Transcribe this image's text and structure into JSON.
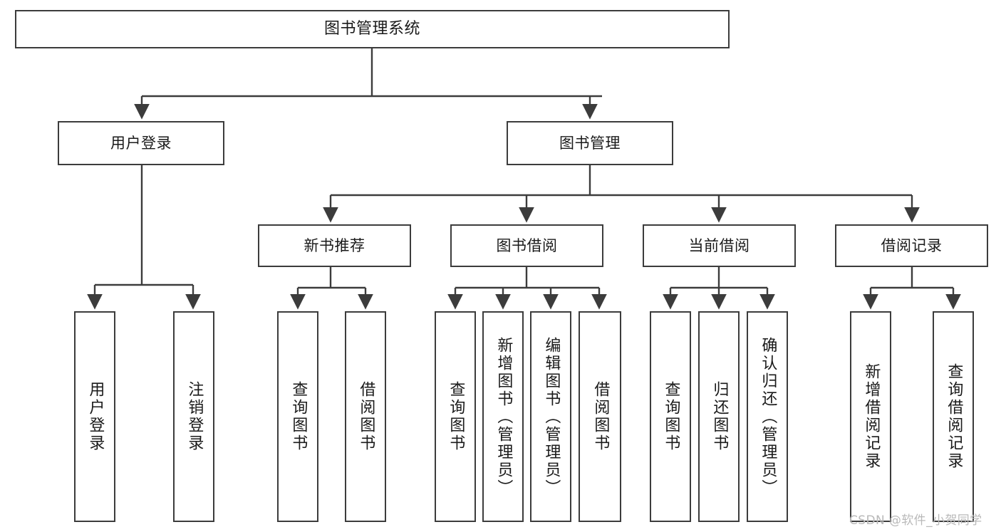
{
  "diagram": {
    "title": "图书管理系统",
    "type": "tree-hierarchy-chart",
    "watermark": "CSDN @软件_小贺同学",
    "colors": {
      "node_border": "#3c3c3c",
      "node_fill": "#ffffff",
      "edge": "#3c3c3c",
      "text": "#1a1a1a",
      "watermark": "#b9b9b9",
      "background": "#ffffff"
    },
    "nodes": {
      "root": {
        "label": "图书管理系统"
      },
      "level2": [
        {
          "id": "user-login",
          "label": "用户登录"
        },
        {
          "id": "book-manage",
          "label": "图书管理"
        }
      ],
      "level3": [
        {
          "id": "new-book-recommend",
          "label": "新书推荐"
        },
        {
          "id": "book-borrow",
          "label": "图书借阅"
        },
        {
          "id": "current-borrow",
          "label": "当前借阅"
        },
        {
          "id": "borrow-record",
          "label": "借阅记录"
        }
      ],
      "leaves": {
        "user-login": [
          {
            "id": "leaf-user-login",
            "label": "用户登录"
          },
          {
            "id": "leaf-user-logout",
            "label": "注销登录"
          }
        ],
        "new-book-recommend": [
          {
            "id": "leaf-query-book-1",
            "label": "查询图书"
          },
          {
            "id": "leaf-borrow-book-1",
            "label": "借阅图书"
          }
        ],
        "book-borrow": [
          {
            "id": "leaf-query-book-2",
            "label": "查询图书"
          },
          {
            "id": "leaf-add-book",
            "label": "新增图书（管理员）"
          },
          {
            "id": "leaf-edit-book",
            "label": "编辑图书（管理员）"
          },
          {
            "id": "leaf-borrow-book-2",
            "label": "借阅图书"
          }
        ],
        "current-borrow": [
          {
            "id": "leaf-query-book-3",
            "label": "查询图书"
          },
          {
            "id": "leaf-return-book",
            "label": "归还图书"
          },
          {
            "id": "leaf-confirm-return",
            "label": "确认归还（管理员）"
          }
        ],
        "borrow-record": [
          {
            "id": "leaf-add-record",
            "label": "新增借阅记录"
          },
          {
            "id": "leaf-query-record",
            "label": "查询借阅记录"
          }
        ]
      }
    }
  }
}
